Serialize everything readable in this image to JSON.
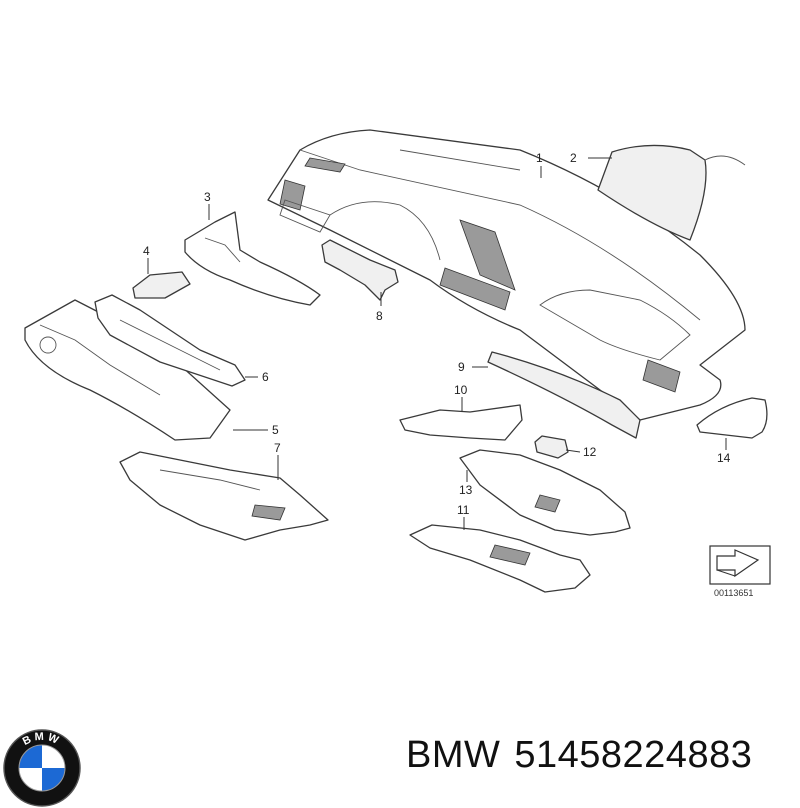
{
  "callouts": [
    "1",
    "2",
    "3",
    "4",
    "5",
    "6",
    "7",
    "8",
    "9",
    "10",
    "11",
    "12",
    "13",
    "14"
  ],
  "diagram_ref": "00113651",
  "logo": {
    "text": "BMW",
    "colors": {
      "blue": "#1c69d4",
      "ring": "#111111",
      "white": "#ffffff"
    }
  },
  "caption": {
    "brand": "BMW",
    "part_number": "51458224883"
  }
}
